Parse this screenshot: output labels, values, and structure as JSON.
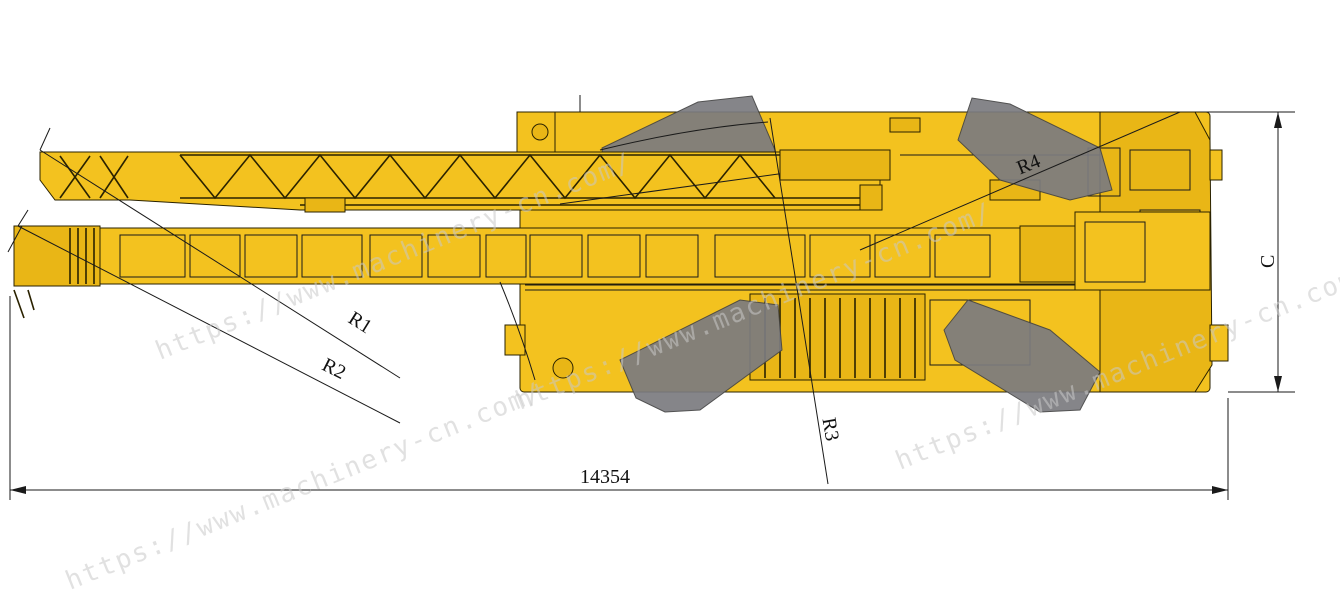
{
  "labels": {
    "r1": "R1",
    "r2": "R2",
    "r3": "R3",
    "r4": "R4",
    "c": "C",
    "length": "14354"
  },
  "watermark": {
    "text": "https://www.machinery-cn.com/"
  },
  "colors": {
    "body_yellow": "#f3c21f",
    "tyre_gray": "#7b7b80",
    "line": "#1a1a1a"
  }
}
